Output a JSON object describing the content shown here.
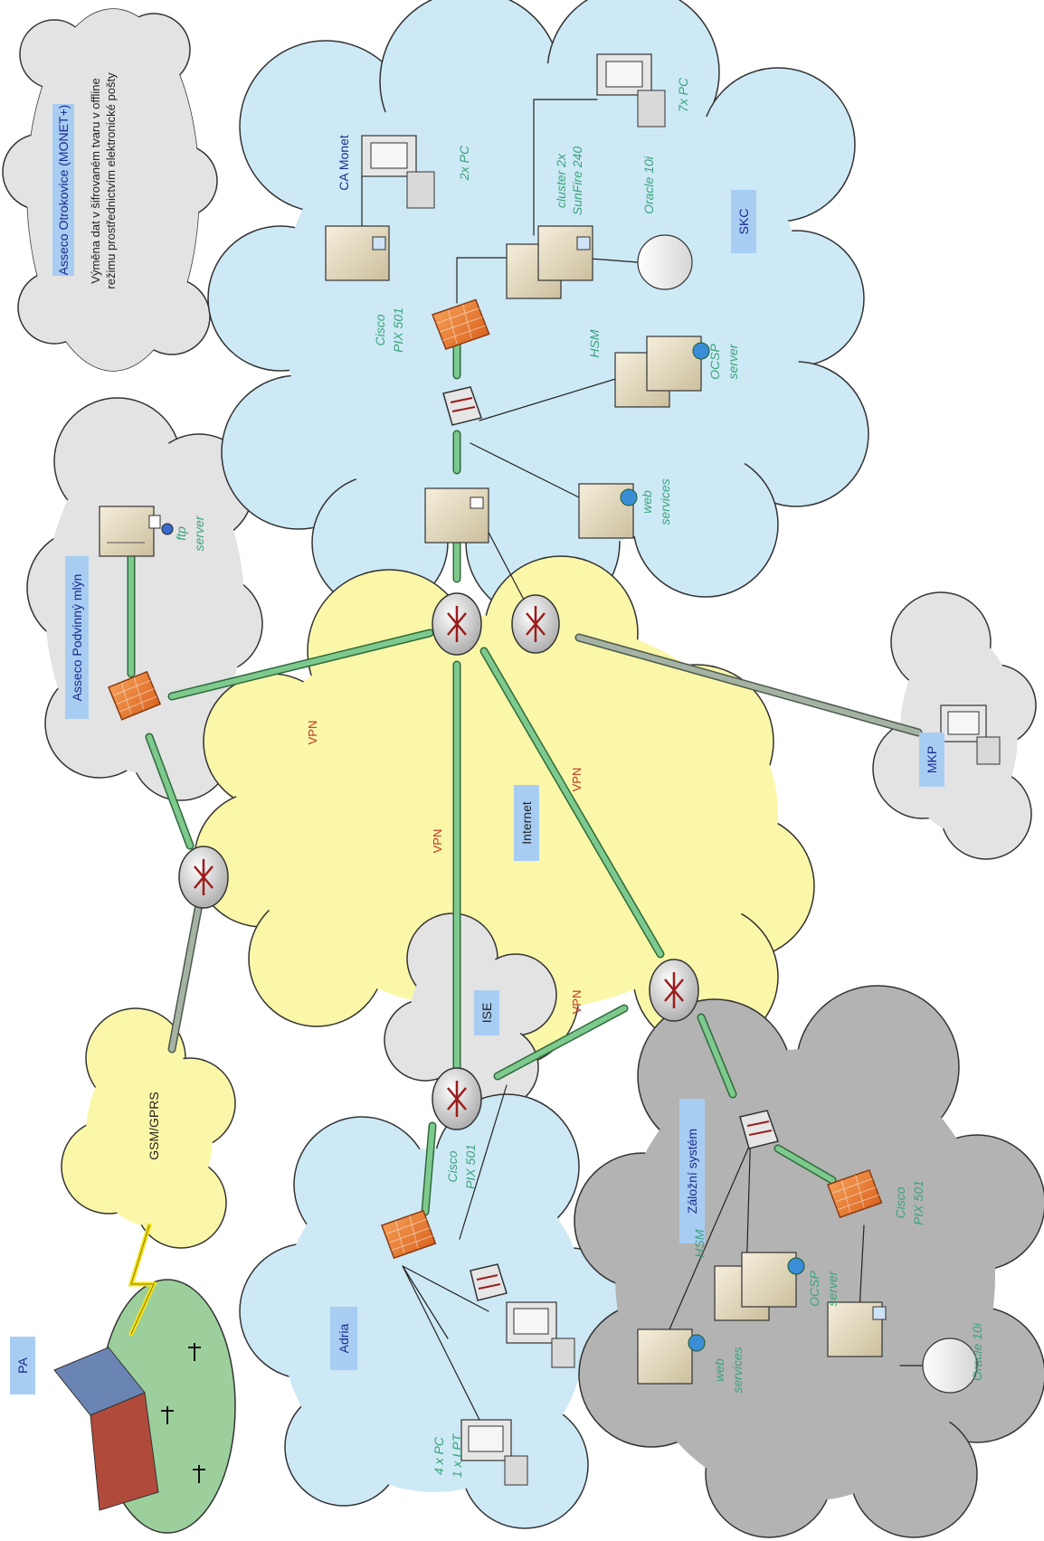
{
  "colors": {
    "cloud_blue": "#cde9f6",
    "cloud_grey": "#e3e3e3",
    "cloud_dark_grey": "#b3b3b3",
    "cloud_yellow": "#fbf7a8",
    "label_box": "#a8cdf3",
    "link_green": "#7dc98e",
    "link_grey": "#a5b3a5",
    "firewall_orange": "#f07a2e",
    "text_green": "#3aa37a",
    "text_red": "#c0301e",
    "text_blue": "#1a2a8a"
  },
  "zones": {
    "asseco_otrokovice": {
      "title": "Asseco Otrokovice (MONET+)",
      "note_line1": "Výměna dat v šifrovaném tvaru v offline",
      "note_line2": "režimu prostřednictvím elektronické pošty"
    },
    "asseco_podvinny": {
      "title": "Asseco Podvinný mlýn",
      "ftp_line1": "ftp",
      "ftp_line2": "server"
    },
    "skc": {
      "title": "SKC",
      "ca_monet": "CA Monet",
      "pc2": "2x PC",
      "pc7": "7x PC",
      "cluster_line1": "cluster 2x",
      "cluster_line2": "SunFire 240",
      "oracle": "Oracle 10i",
      "cisco_line1": "Cisco",
      "cisco_line2": "PIX 501",
      "hsm": "HSM",
      "ocsp_line1": "OCSP",
      "ocsp_line2": "server",
      "web_line1": "web",
      "web_line2": "services"
    },
    "mkp": {
      "title": "MKP"
    },
    "internet": {
      "title": "Internet",
      "vpn": "VPN"
    },
    "ise": {
      "title": "ISE"
    },
    "gsm": {
      "title": "GSM/GPRS"
    },
    "pa": {
      "title": "PA"
    },
    "adria": {
      "title": "Adria",
      "cisco_line1": "Cisco",
      "cisco_line2": "PIX 501",
      "pcs_line1": "4 x PC",
      "pcs_line2": "1 x LPT"
    },
    "zalozni": {
      "title": "Záložní systém",
      "hsm": "HSM",
      "web_line1": "web",
      "web_line2": "services",
      "ocsp_line1": "OCSP",
      "ocsp_line2": "server",
      "cisco_line1": "Cisco",
      "cisco_line2": "PIX 501",
      "oracle": "Oracle 10i"
    }
  }
}
